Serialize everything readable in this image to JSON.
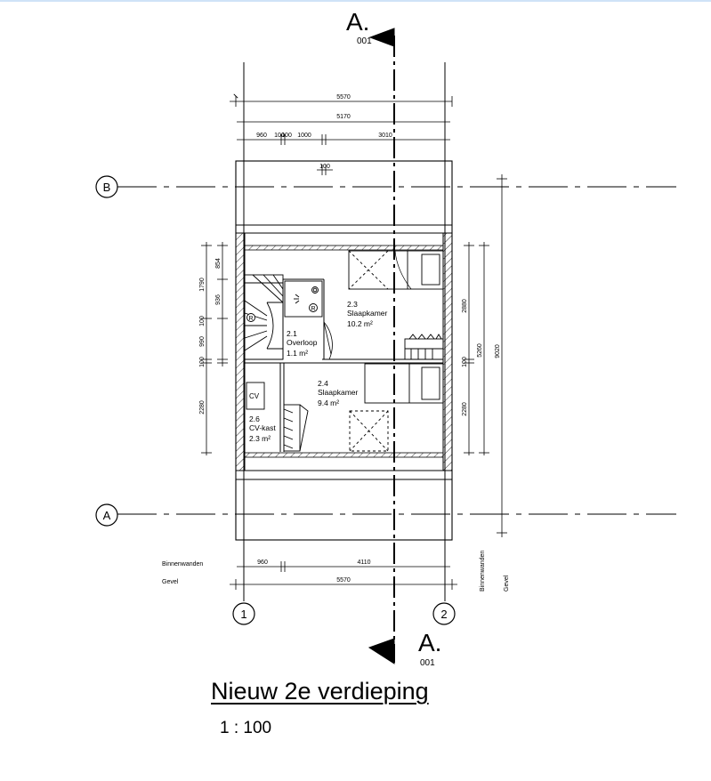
{
  "drawing": {
    "title": "Nieuw 2e verdieping",
    "scale": "1 : 100"
  },
  "section_marks": {
    "top": {
      "label": "A.",
      "ref": "001"
    },
    "bottom": {
      "label": "A.",
      "ref": "001"
    }
  },
  "grid_labels": {
    "row_b": "B",
    "row_a": "A",
    "col_1": "1",
    "col_2": "2"
  },
  "dimensions": {
    "top_overall": "5570",
    "top_inner": "5170",
    "top_parts": [
      "960",
      "100",
      "100",
      "1000",
      "3010"
    ],
    "top_wall": "100",
    "left": [
      "854",
      "1790",
      "936",
      "100",
      "990",
      "100",
      "2280"
    ],
    "right_inner": [
      "2880",
      "100",
      "2280"
    ],
    "right_mid": "5260",
    "right_outer": "9020",
    "bottom_inner": [
      "960",
      "4110"
    ],
    "bottom_overall": "5570"
  },
  "legend": {
    "inner_walls": "Binnenwanden",
    "facade": "Gevel"
  },
  "rooms": [
    {
      "number": "2.1",
      "name": "Overloop",
      "area": "1.1 m²"
    },
    {
      "number": "2.3",
      "name": "Slaapkamer",
      "area": "10.2 m²"
    },
    {
      "number": "2.4",
      "name": "Slaapkamer",
      "area": "9.4 m²"
    },
    {
      "number": "2.6",
      "name": "CV-kast",
      "area": "2.3 m²"
    }
  ],
  "equipment": {
    "cv_unit": "CV",
    "riser": "R"
  }
}
